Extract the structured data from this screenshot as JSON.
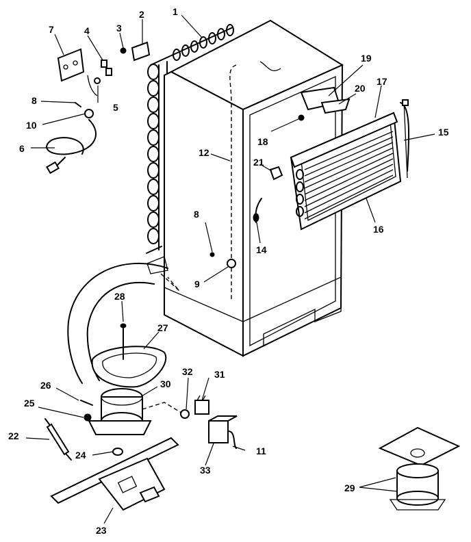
{
  "callouts": [
    {
      "id": "c1",
      "text": "1"
    },
    {
      "id": "c2",
      "text": "2"
    },
    {
      "id": "c3",
      "text": "3"
    },
    {
      "id": "c4",
      "text": "4"
    },
    {
      "id": "c5",
      "text": "5"
    },
    {
      "id": "c6",
      "text": "6"
    },
    {
      "id": "c7",
      "text": "7"
    },
    {
      "id": "c8a",
      "text": "8"
    },
    {
      "id": "c8b",
      "text": "8"
    },
    {
      "id": "c9",
      "text": "9"
    },
    {
      "id": "c10",
      "text": "10"
    },
    {
      "id": "c11",
      "text": "11"
    },
    {
      "id": "c12",
      "text": "12"
    },
    {
      "id": "c14",
      "text": "14"
    },
    {
      "id": "c15",
      "text": "15"
    },
    {
      "id": "c16",
      "text": "16"
    },
    {
      "id": "c17",
      "text": "17"
    },
    {
      "id": "c18",
      "text": "18"
    },
    {
      "id": "c19",
      "text": "19"
    },
    {
      "id": "c20",
      "text": "20"
    },
    {
      "id": "c21",
      "text": "21"
    },
    {
      "id": "c22",
      "text": "22"
    },
    {
      "id": "c23",
      "text": "23"
    },
    {
      "id": "c24",
      "text": "24"
    },
    {
      "id": "c25",
      "text": "25"
    },
    {
      "id": "c26",
      "text": "26"
    },
    {
      "id": "c27",
      "text": "27"
    },
    {
      "id": "c28",
      "text": "28"
    },
    {
      "id": "c29",
      "text": "29"
    },
    {
      "id": "c30",
      "text": "30"
    },
    {
      "id": "c31",
      "text": "31"
    },
    {
      "id": "c32",
      "text": "32"
    },
    {
      "id": "c33",
      "text": "33"
    }
  ]
}
